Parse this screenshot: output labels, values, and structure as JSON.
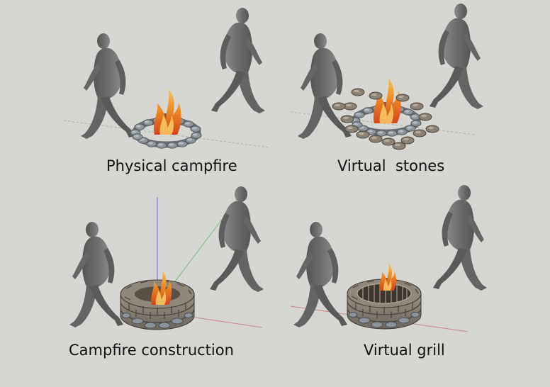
{
  "panels": [
    {
      "caption": "Physical campfire"
    },
    {
      "caption": "Virtual  stones"
    },
    {
      "caption": "Campfire construction"
    },
    {
      "caption": "Virtual grill"
    }
  ],
  "colors": {
    "background": "#d6d6d3",
    "person": "#727272",
    "stone": "#8c949b",
    "flame": "#f08a24",
    "axis_red": "#c98a8a",
    "axis_green": "#7fbf7f",
    "axis_blue": "#6f6fd6"
  }
}
